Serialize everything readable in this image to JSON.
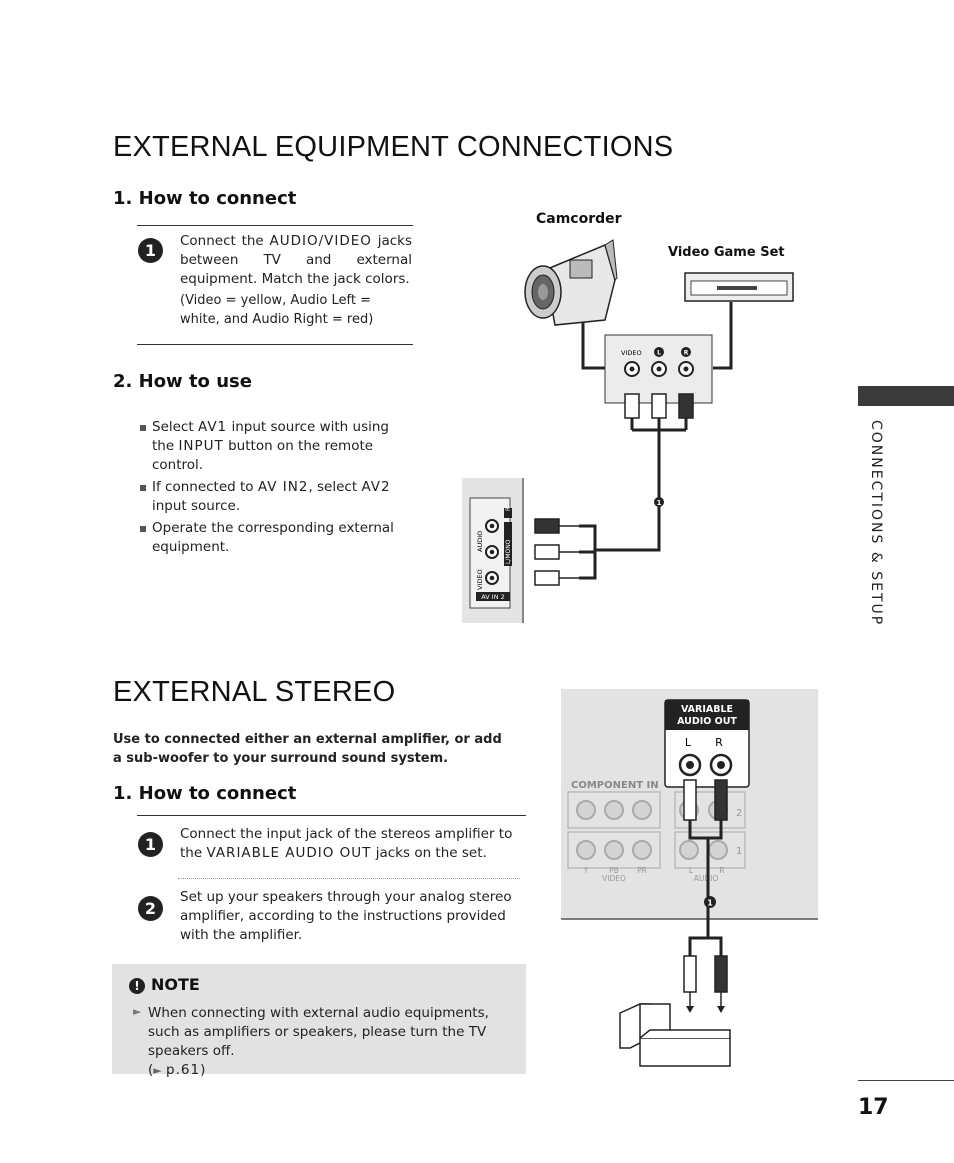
{
  "section1": {
    "title": "EXTERNAL EQUIPMENT CONNECTIONS",
    "connect": {
      "heading": "1. How to connect",
      "step1_pre": "Connect the",
      "step1_key": "AUDIO/VIDEO",
      "step1_post": "jacks between TV and external equipment. Match the jack colors.",
      "step1_note": "(Video = yellow, Audio Left = white, and Audio Right = red)"
    },
    "use": {
      "heading": "2. How to use",
      "b1_pre": "Select",
      "b1_key": "AV1",
      "b1_mid": "input source with using the",
      "b1_key2": "INPUT",
      "b1_post": "button on the remote control.",
      "b2_pre": "If connected to",
      "b2_key": "AV IN2",
      "b2_mid": ", select",
      "b2_key2": "AV2",
      "b2_post": "input source.",
      "b3": "Operate the corresponding external equipment."
    },
    "diagram": {
      "camcorder": "Camcorder",
      "game": "Video Game Set",
      "jack_video": "VIDEO",
      "jack_l": "L",
      "jack_r": "R",
      "panel_audio": "AUDIO",
      "panel_lmono": "L/MONO",
      "panel_video": "VIDEO",
      "panel_r": "R",
      "panel_avin2": "AV IN 2",
      "marker": "1"
    }
  },
  "section2": {
    "title": "EXTERNAL STEREO",
    "intro": "Use to connected either an external amplifier, or add a sub-woofer to your surround sound system.",
    "heading": "1. How to connect",
    "step1_pre": "Connect the input jack of the stereos amplifier to the",
    "step1_key": "VARIABLE AUDIO OUT",
    "step1_post": "jacks on the set.",
    "step2": "Set up your speakers through your analog stereo amplifier, according to the instructions provided with the amplifier.",
    "note": {
      "label": "NOTE",
      "text": "When connecting with external audio equipments, such as amplifiers or speakers, please turn the TV speakers off.",
      "ref_open": "(",
      "ref_arrow": "►",
      "ref_key": "p.61",
      "ref_close": ")"
    },
    "diagram": {
      "variable1": "VARIABLE",
      "variable2": "AUDIO OUT",
      "l": "L",
      "r": "R",
      "component_in": "COMPONENT IN",
      "y": "Y",
      "pb": "PB",
      "pr": "PR",
      "video": "VIDEO",
      "audio": "AUDIO",
      "al": "L",
      "ar": "R",
      "row2": "2",
      "row1": "1",
      "marker": "1"
    }
  },
  "sidebar": {
    "label": "CONNECTIONS & SETUP"
  },
  "page_number": "17"
}
